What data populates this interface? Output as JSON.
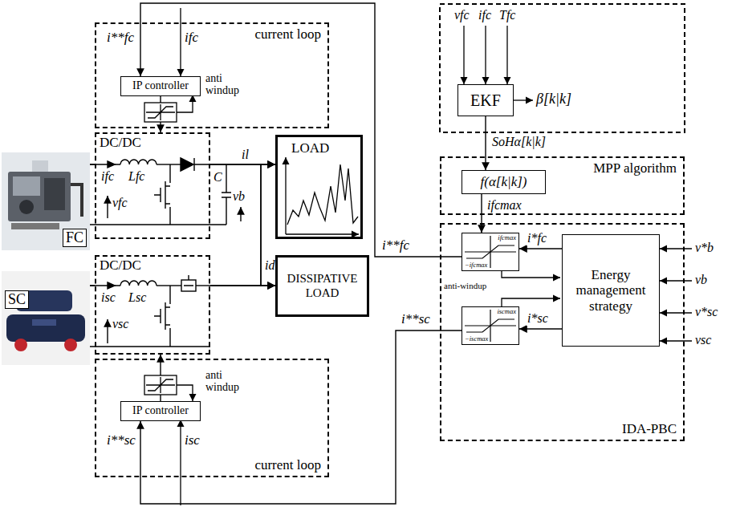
{
  "diagram": {
    "nodes": [
      {
        "text": [
          "current loop"
        ]
      },
      {
        "text": [
          "IP controller"
        ],
        "in": 0
      },
      {
        "text": [
          "DC/DC"
        ]
      },
      {
        "text": [
          "FC"
        ]
      },
      {
        "text": [
          "LOAD"
        ]
      },
      {
        "text": [
          "DISSIPATIVE LOAD"
        ]
      },
      {
        "text": [
          "DC/DC"
        ]
      },
      {
        "text": [
          "SC"
        ]
      },
      {
        "text": [
          "current loop"
        ]
      },
      {
        "text": [
          "IP controller"
        ],
        "in": 8
      },
      {
        "text": [
          "EKF"
        ]
      },
      {
        "text": [
          "MPP algorithm"
        ]
      },
      {
        "text": [
          "f(α[k|k])"
        ],
        "in": 11
      },
      {
        "text": [
          "IDA-PBC"
        ]
      },
      {
        "text": [
          "Energy management strategy"
        ],
        "in": 13
      },
      {
        "text": [
          "ifcmax",
          "−ifcmax"
        ],
        "in": 13
      },
      {
        "text": [
          "iscmax",
          "−iscmax"
        ],
        "in": 13
      }
    ],
    "edges": [
      {
        "from": 1,
        "to": 2,
        "arrow": "to"
      },
      {
        "from": 9,
        "to": 6,
        "arrow": "to"
      },
      {
        "from": 2,
        "to": 4,
        "arrow": "to",
        "label": "il"
      },
      {
        "from": 2,
        "to": 5,
        "arrow": "to",
        "label": "id"
      },
      {
        "from": 6,
        "to": 4,
        "arrow": "to"
      },
      {
        "from": 6,
        "to": 5,
        "arrow": "to"
      },
      {
        "from": 10,
        "to": 12,
        "arrow": "to",
        "label": "SoHα[k|k]"
      },
      {
        "from": 12,
        "to": 15,
        "arrow": "to",
        "label": "ifcmax"
      },
      {
        "from": 14,
        "to": 15,
        "arrow": "to",
        "label": "i*fc"
      },
      {
        "from": 14,
        "to": 16,
        "arrow": "to",
        "label": "i*sc"
      },
      {
        "from": 15,
        "to": 1,
        "arrow": "to"
      },
      {
        "from": 16,
        "to": 9,
        "arrow": "to"
      },
      {
        "from": 3,
        "to": 2,
        "arrow": "none"
      },
      {
        "from": 7,
        "to": 6,
        "arrow": "none"
      }
    ],
    "labels": [
      "i**fc",
      "ifc",
      "anti windup",
      "ifc",
      "Lfc",
      "vfc",
      "C",
      "vb",
      "isc",
      "Lsc",
      "vsc",
      "anti windup",
      "i**sc",
      "isc",
      "vfc",
      "ifc",
      "Tfc",
      "β[k|k]",
      "i**fc",
      "i**sc",
      "anti-windup",
      "v*b",
      "vb",
      "v*sc",
      "vsc"
    ]
  }
}
